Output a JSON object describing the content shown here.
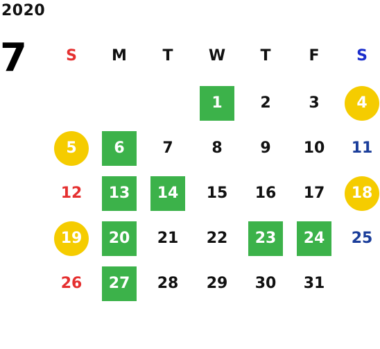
{
  "year": "2020",
  "month": "7",
  "colors": {
    "sunday": "#e53030",
    "saturday_header": "#1a2dcc",
    "saturday": "#1a3d9a",
    "highlight_green": "#3cb24a",
    "highlight_yellow": "#f5cc00"
  },
  "weekdays": [
    {
      "label": "S",
      "color": "#e53030"
    },
    {
      "label": "M",
      "color": "#111111"
    },
    {
      "label": "T",
      "color": "#111111"
    },
    {
      "label": "W",
      "color": "#111111"
    },
    {
      "label": "T",
      "color": "#111111"
    },
    {
      "label": "F",
      "color": "#111111"
    },
    {
      "label": "S",
      "color": "#1a2dcc"
    }
  ],
  "days": [
    {
      "day": "1",
      "col": 3,
      "row": 0,
      "style": "green"
    },
    {
      "day": "2",
      "col": 4,
      "row": 0,
      "style": "plain"
    },
    {
      "day": "3",
      "col": 5,
      "row": 0,
      "style": "plain"
    },
    {
      "day": "4",
      "col": 6,
      "row": 0,
      "style": "yellow"
    },
    {
      "day": "5",
      "col": 0,
      "row": 1,
      "style": "yellow"
    },
    {
      "day": "6",
      "col": 1,
      "row": 1,
      "style": "green"
    },
    {
      "day": "7",
      "col": 2,
      "row": 1,
      "style": "plain"
    },
    {
      "day": "8",
      "col": 3,
      "row": 1,
      "style": "plain"
    },
    {
      "day": "9",
      "col": 4,
      "row": 1,
      "style": "plain"
    },
    {
      "day": "10",
      "col": 5,
      "row": 1,
      "style": "plain"
    },
    {
      "day": "11",
      "col": 6,
      "row": 1,
      "style": "saturday"
    },
    {
      "day": "12",
      "col": 0,
      "row": 2,
      "style": "sunday"
    },
    {
      "day": "13",
      "col": 1,
      "row": 2,
      "style": "green"
    },
    {
      "day": "14",
      "col": 2,
      "row": 2,
      "style": "green"
    },
    {
      "day": "15",
      "col": 3,
      "row": 2,
      "style": "plain"
    },
    {
      "day": "16",
      "col": 4,
      "row": 2,
      "style": "plain"
    },
    {
      "day": "17",
      "col": 5,
      "row": 2,
      "style": "plain"
    },
    {
      "day": "18",
      "col": 6,
      "row": 2,
      "style": "yellow"
    },
    {
      "day": "19",
      "col": 0,
      "row": 3,
      "style": "yellow"
    },
    {
      "day": "20",
      "col": 1,
      "row": 3,
      "style": "green"
    },
    {
      "day": "21",
      "col": 2,
      "row": 3,
      "style": "plain"
    },
    {
      "day": "22",
      "col": 3,
      "row": 3,
      "style": "plain"
    },
    {
      "day": "23",
      "col": 4,
      "row": 3,
      "style": "green"
    },
    {
      "day": "24",
      "col": 5,
      "row": 3,
      "style": "green"
    },
    {
      "day": "25",
      "col": 6,
      "row": 3,
      "style": "saturday"
    },
    {
      "day": "26",
      "col": 0,
      "row": 4,
      "style": "sunday"
    },
    {
      "day": "27",
      "col": 1,
      "row": 4,
      "style": "green"
    },
    {
      "day": "28",
      "col": 2,
      "row": 4,
      "style": "plain"
    },
    {
      "day": "29",
      "col": 3,
      "row": 4,
      "style": "plain"
    },
    {
      "day": "30",
      "col": 4,
      "row": 4,
      "style": "plain"
    },
    {
      "day": "31",
      "col": 5,
      "row": 4,
      "style": "plain"
    }
  ]
}
